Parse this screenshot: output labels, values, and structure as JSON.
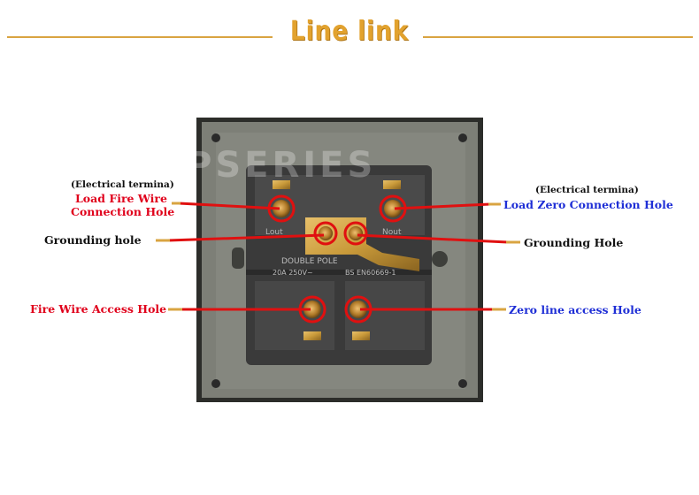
{
  "title": "Line link",
  "watermark": "PSERIES",
  "socket": {
    "marking_line1": "DOUBLE POLE",
    "marking_line2": "20A 250V~",
    "marking_line3": "BS EN60669-1",
    "terminal_left": "Lout",
    "terminal_right": "Nout"
  },
  "labels": {
    "electrical_terminal_left": "(Electrical termina)",
    "load_fire_line1": "Load Fire Wire",
    "load_fire_line2": "Connection Hole",
    "grounding_left": "Grounding hole",
    "fire_access": "Fire Wire Access Hole",
    "electrical_terminal_right": "(Electrical termina)",
    "load_zero": "Load Zero Connection Hole",
    "grounding_right": "Grounding Hole",
    "zero_access": "Zero line access Hole"
  },
  "colors": {
    "accent_gold": "#e2a22e",
    "wire_red": "#e01010",
    "fire_text": "#e0001b",
    "zero_text": "#1f2fd6",
    "plate": "#7d7f77",
    "socket_body": "#3a3a3a"
  }
}
